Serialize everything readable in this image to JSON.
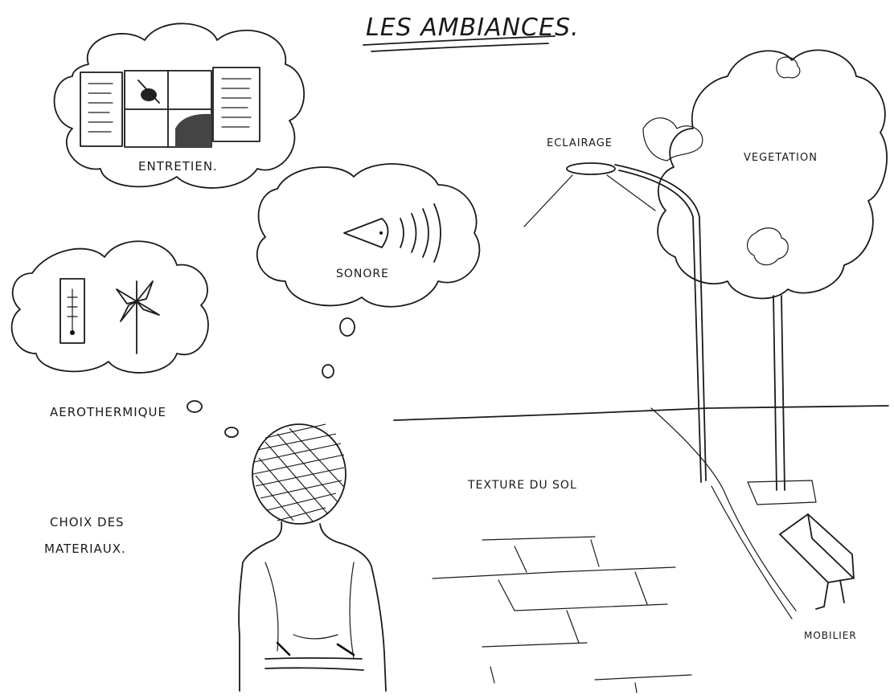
{
  "title": "LES AMBIANCES.",
  "bubbles": {
    "entretien": "ENTRETIEN.",
    "sonore": "SONORE",
    "aerothermique": "AEROTHERMIQUE"
  },
  "street_labels": {
    "eclairage": "ECLAIRAGE",
    "vegetation": "VEGETATION",
    "texture": "TEXTURE DU SOL",
    "mobilier": "MOBILIER"
  },
  "materials_note": {
    "line1": "CHOIX DES",
    "line2": "MATERIAUX."
  }
}
